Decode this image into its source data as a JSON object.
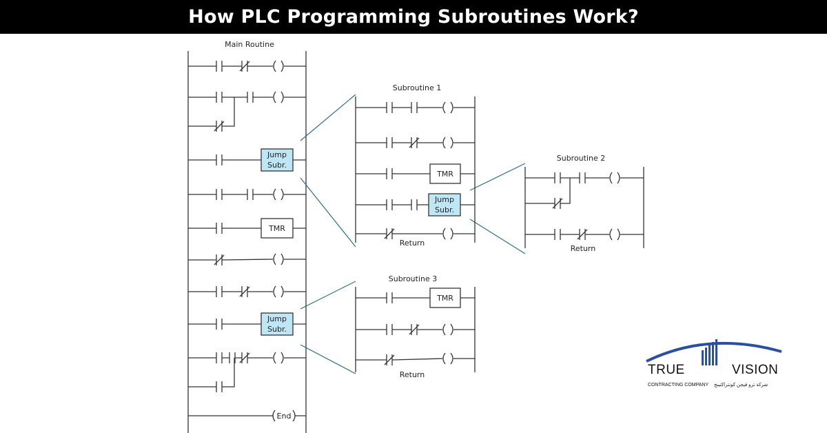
{
  "header": {
    "title": "How PLC Programming Subroutines Work?"
  },
  "main_routine": {
    "title": "Main Routine",
    "jump_1": [
      "Jump",
      "Subr."
    ],
    "timer": "TMR",
    "jump_2": [
      "Jump",
      "Subr."
    ],
    "end": "End"
  },
  "subroutine_1": {
    "title": "Subroutine 1",
    "timer": "TMR",
    "jump": [
      "Jump",
      "Subr."
    ],
    "return": "Return"
  },
  "subroutine_2": {
    "title": "Subroutine 2",
    "return": "Return"
  },
  "subroutine_3": {
    "title": "Subroutine 3",
    "timer": "TMR",
    "return": "Return"
  },
  "logo": {
    "word_1": "TRUE",
    "word_2": "VISION",
    "tagline": "CONTRACTING COMPANY",
    "tagline_ar": "شركة ترو فيجن كونتراكتينج"
  },
  "colors": {
    "title_bar": "#000000",
    "jump_fill": "#bfe6f5",
    "zoom_lines": "#2a6f8f",
    "logo_blue": "#2a4fa0"
  }
}
